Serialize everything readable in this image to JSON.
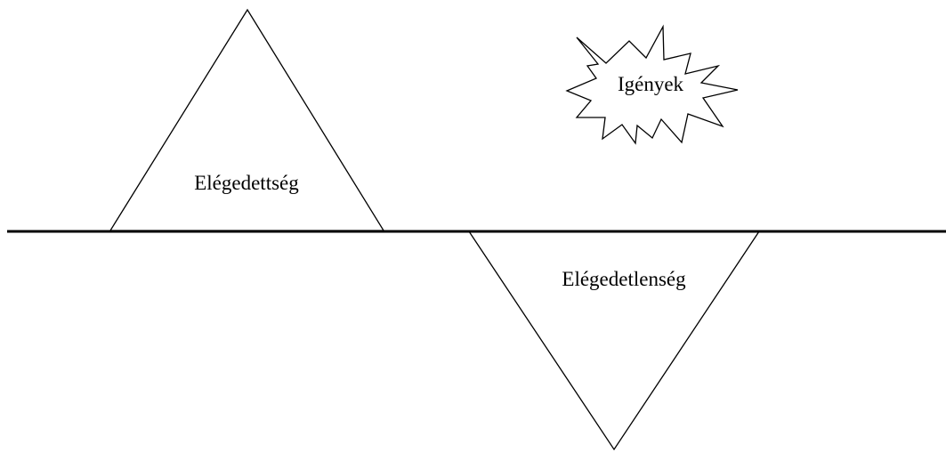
{
  "labels": {
    "satisfaction": "Elégedettség",
    "dissatisfaction": "Elégedetlenség",
    "needs": "Igények"
  },
  "colors": {
    "stroke": "#000000",
    "background": "#ffffff"
  }
}
